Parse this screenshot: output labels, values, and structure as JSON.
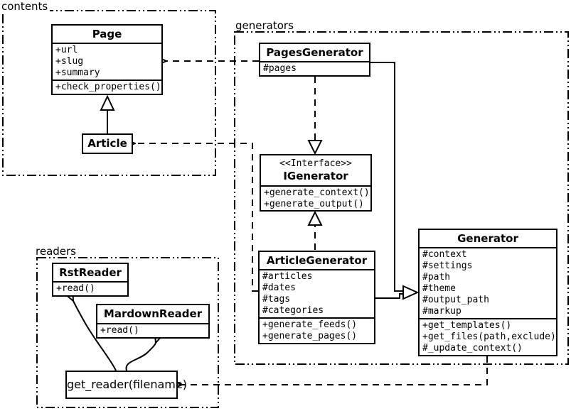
{
  "packages": {
    "contents": {
      "label": "contents"
    },
    "generators": {
      "label": "generators"
    },
    "readers": {
      "label": "readers"
    }
  },
  "classes": {
    "page": {
      "name": "Page",
      "attributes": [
        "+url",
        "+slug",
        "+summary"
      ],
      "methods": [
        "+check_properties()"
      ]
    },
    "article": {
      "name": "Article"
    },
    "pages_generator": {
      "name": "PagesGenerator",
      "attributes": [
        "#pages"
      ]
    },
    "igenerator": {
      "stereotype": "<<Interface>>",
      "name": "IGenerator",
      "methods": [
        "+generate_context()",
        "+generate_output()"
      ]
    },
    "article_generator": {
      "name": "ArticleGenerator",
      "attributes": [
        "#articles",
        "#dates",
        "#tags",
        "#categories"
      ],
      "methods": [
        "+generate_feeds()",
        "+generate_pages()"
      ]
    },
    "generator": {
      "name": "Generator",
      "attributes": [
        "#context",
        "#settings",
        "#path",
        "#theme",
        "#output_path",
        "#markup"
      ],
      "methods": [
        "+get_templates()",
        "+get_files(path,exclude)",
        "#_update_context()"
      ]
    },
    "rst_reader": {
      "name": "RstReader",
      "methods": [
        "+read()"
      ]
    },
    "mardown_reader": {
      "name": "MardownReader",
      "methods": [
        "+read()"
      ]
    },
    "get_reader": {
      "name": "get_reader(filename)"
    }
  },
  "colors": {
    "line": "#000000",
    "background": "#ffffff",
    "box_fill": "#ffffff",
    "text": "#000000"
  }
}
